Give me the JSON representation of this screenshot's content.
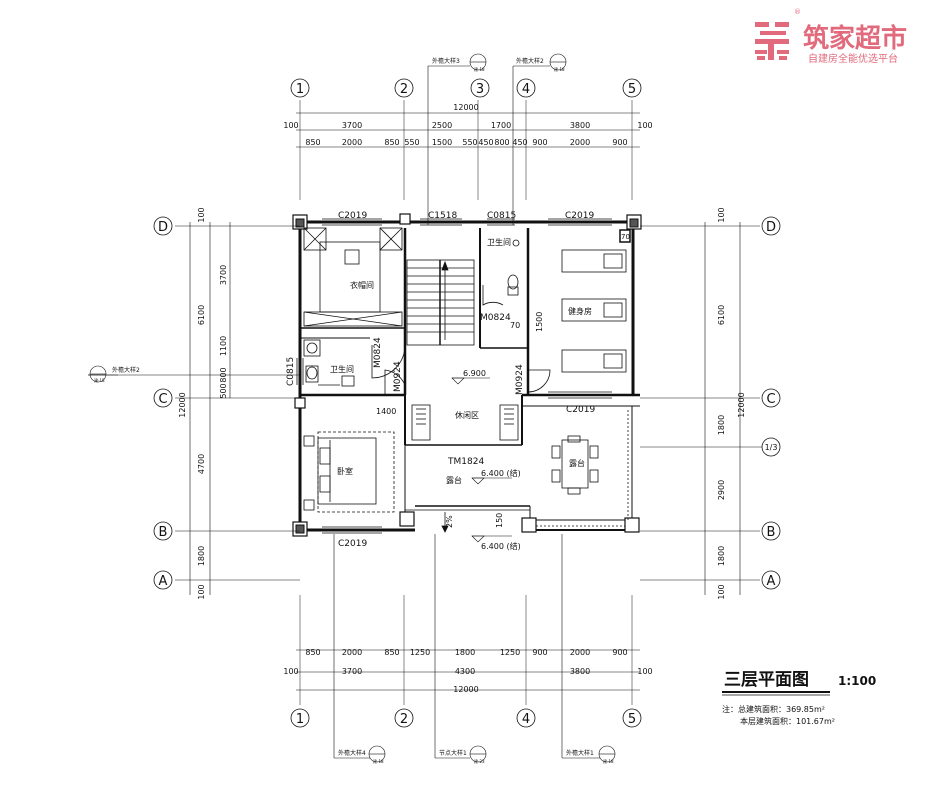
{
  "logo": {
    "name": "筑家超市",
    "slogan": "自建房全能优选平台",
    "mark": "®",
    "color": "#e16b7c"
  },
  "title": {
    "main": "三层平面图",
    "scale": "1:100"
  },
  "notes": [
    "注：总建筑面积：369.85m²",
    "本层建筑面积：101.67m²"
  ],
  "axes_x": [
    "1",
    "2",
    "3",
    "4",
    "5"
  ],
  "axes_y": [
    "D",
    "C",
    "B",
    "A"
  ],
  "dims_top": {
    "total": "12000",
    "row2": [
      "100",
      "3700",
      "2500",
      "1700",
      "3800",
      "100"
    ],
    "row3": [
      "850",
      "2000",
      "850",
      "550",
      "1500",
      "550",
      "450",
      "800",
      "450",
      "900",
      "2000",
      "900"
    ]
  },
  "dims_bottom": {
    "row1": [
      "850",
      "2000",
      "850",
      "1250",
      "1800",
      "1250",
      "900",
      "2000",
      "900"
    ],
    "row2": [
      "100",
      "3700",
      "4300",
      "3800",
      "100"
    ],
    "total": "12000"
  },
  "dims_left": {
    "outer": [
      "6100",
      "4700",
      "1800"
    ],
    "total": "12000",
    "inner": [
      "3700",
      "1100",
      "800",
      "500"
    ],
    "top": "100",
    "bottom": "100"
  },
  "dims_right": {
    "outer": [
      "6100",
      "1800",
      "2900",
      "1800"
    ],
    "total": "12000",
    "top": "100",
    "bottom": "100"
  },
  "windows": [
    "C2019",
    "C1518",
    "C0815",
    "C2019",
    "C2019",
    "C2019",
    "C0815"
  ],
  "doors": [
    "M0824",
    "M0824",
    "M0924",
    "M0924",
    "TM1824"
  ],
  "rooms": {
    "wardrobe": "衣帽间",
    "bath1": "卫生间",
    "bath2": "卫生间",
    "gym": "健身房",
    "lounge": "休闲区",
    "bedroom": "卧室",
    "terrace1": "露台",
    "terrace2": "露台"
  },
  "levels": {
    "floor": "6.900",
    "terrace": "6.400 (结)",
    "lower": "6.400 (结)"
  },
  "misc": {
    "sink": "70",
    "stair_w": "1500",
    "stair_dim": "1400",
    "slope": "2%",
    "span": "150",
    "flue": "70",
    "marker_1": "1/3"
  },
  "callouts": [
    {
      "text": "外檐大样3",
      "ref": "建-18"
    },
    {
      "text": "外檐大样2",
      "ref": "建-18"
    },
    {
      "text": "外檐大样2",
      "ref": "建-18"
    },
    {
      "text": "外檐大样4",
      "ref": "建-18"
    },
    {
      "text": "节点大样1",
      "ref": "建-23"
    },
    {
      "text": "外檐大样1",
      "ref": "建-18"
    }
  ]
}
